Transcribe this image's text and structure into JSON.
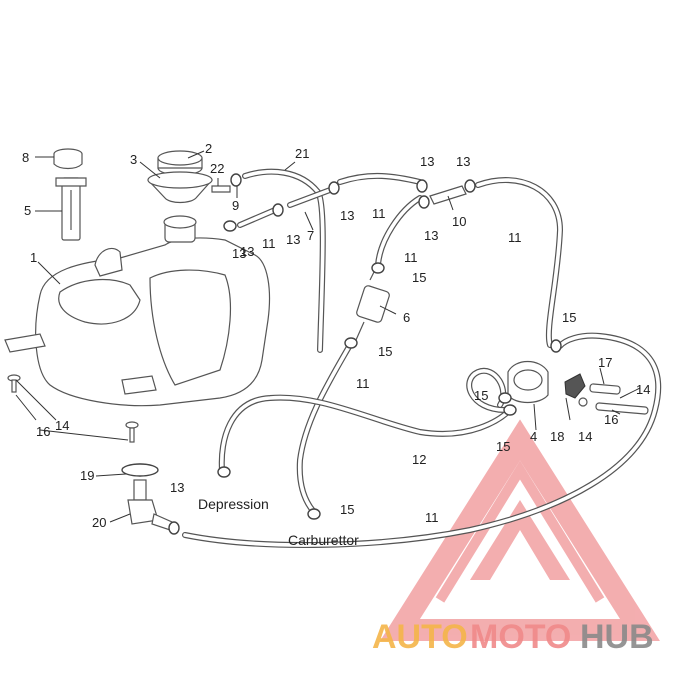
{
  "diagram": {
    "part_numbers": [
      "1",
      "2",
      "3",
      "4",
      "5",
      "6",
      "7",
      "8",
      "9",
      "10",
      "11",
      "12",
      "13",
      "14",
      "15",
      "16",
      "17",
      "18",
      "19",
      "20",
      "21",
      "22"
    ],
    "callouts": {
      "c1": "1",
      "c2": "2",
      "c3": "3",
      "c4": "4",
      "c5": "5",
      "c6": "6",
      "c7": "7",
      "c8": "8",
      "c9": "9",
      "c10": "10",
      "c11a": "11",
      "c11b": "11",
      "c11c": "11",
      "c11d": "11",
      "c11e": "11",
      "c11f": "11",
      "c12": "12",
      "c13a": "13",
      "c13b": "13",
      "c13c": "13",
      "c13d": "13",
      "c13e": "13",
      "c13f": "13",
      "c13g": "13",
      "c13h": "13",
      "c14a": "14",
      "c14b": "14",
      "c14c": "14",
      "c15a": "15",
      "c15b": "15",
      "c15c": "15",
      "c15d": "15",
      "c15e": "15",
      "c15f": "15",
      "c16a": "16",
      "c16b": "16",
      "c17": "17",
      "c18": "18",
      "c19": "19",
      "c20": "20",
      "c21": "21",
      "c22": "22"
    },
    "text_labels": {
      "depression": "Depression",
      "carburettor": "Carburettor"
    }
  },
  "watermark": {
    "brand_auto": "AUTO",
    "brand_moto": "MOTO",
    "brand_hub": "HUB",
    "color_auto": "#f5b54a",
    "color_moto": "#f08a8a",
    "color_hub": "#8a8a8a",
    "triangle_color": "#e8484c"
  }
}
